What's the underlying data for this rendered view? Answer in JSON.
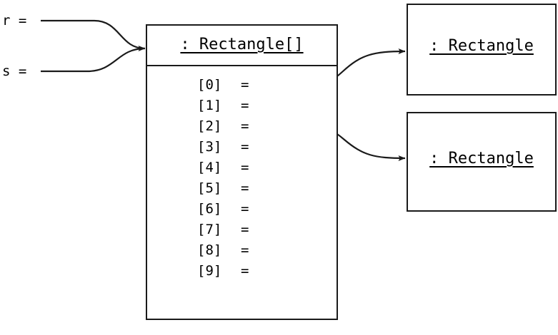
{
  "diagram": {
    "type": "object-reference-diagram",
    "background_color": "#ffffff",
    "line_color": "#1a1a1a",
    "variables": [
      {
        "name": "r",
        "label": "r ="
      },
      {
        "name": "s",
        "label": "s ="
      }
    ],
    "array_object": {
      "title": ": Rectangle[]",
      "length": 10,
      "slots": [
        {
          "index": "[0]",
          "eq": "=",
          "points_to": "rectangle-object-1"
        },
        {
          "index": "[1]",
          "eq": "=",
          "points_to": "rectangle-object-2"
        },
        {
          "index": "[2]",
          "eq": "=",
          "points_to": null
        },
        {
          "index": "[3]",
          "eq": "=",
          "points_to": null
        },
        {
          "index": "[4]",
          "eq": "=",
          "points_to": null
        },
        {
          "index": "[5]",
          "eq": "=",
          "points_to": null
        },
        {
          "index": "[6]",
          "eq": "=",
          "points_to": null
        },
        {
          "index": "[7]",
          "eq": "=",
          "points_to": null
        },
        {
          "index": "[8]",
          "eq": "=",
          "points_to": null
        },
        {
          "index": "[9]",
          "eq": "=",
          "points_to": null
        }
      ]
    },
    "objects": [
      {
        "id": "rectangle-object-1",
        "title": ": Rectangle"
      },
      {
        "id": "rectangle-object-2",
        "title": ": Rectangle"
      }
    ]
  }
}
